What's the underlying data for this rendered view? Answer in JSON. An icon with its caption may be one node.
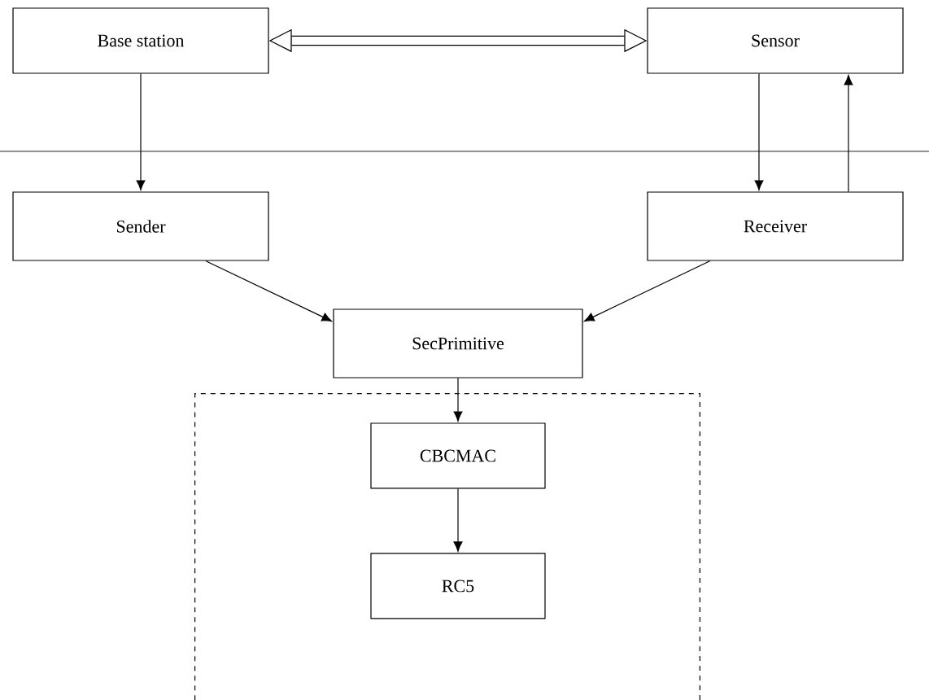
{
  "diagram": {
    "nodes": [
      {
        "text": [
          "Base station"
        ]
      },
      {
        "text": [
          "Sensor"
        ]
      },
      {
        "text": [
          "Sender"
        ]
      },
      {
        "text": [
          "Receiver"
        ]
      },
      {
        "text": [
          "SecPrimitive"
        ]
      },
      {
        "text": [],
        "shape": "box"
      },
      {
        "text": [
          "CBCMAC"
        ],
        "in": 5
      },
      {
        "text": [
          "RC5"
        ],
        "in": 5
      }
    ],
    "edges": [
      {
        "from": 0,
        "to": 1,
        "arrow": "both",
        "style": "thick"
      },
      {
        "from": 0,
        "to": 2,
        "arrow": "to"
      },
      {
        "from": 1,
        "to": 3,
        "arrow": "to"
      },
      {
        "from": 3,
        "to": 1,
        "arrow": "to"
      },
      {
        "from": 2,
        "to": 4,
        "arrow": "to"
      },
      {
        "from": 3,
        "to": 4,
        "arrow": "to"
      },
      {
        "from": 4,
        "to": 6,
        "arrow": "to"
      },
      {
        "from": 6,
        "to": 7,
        "arrow": "to"
      }
    ]
  }
}
